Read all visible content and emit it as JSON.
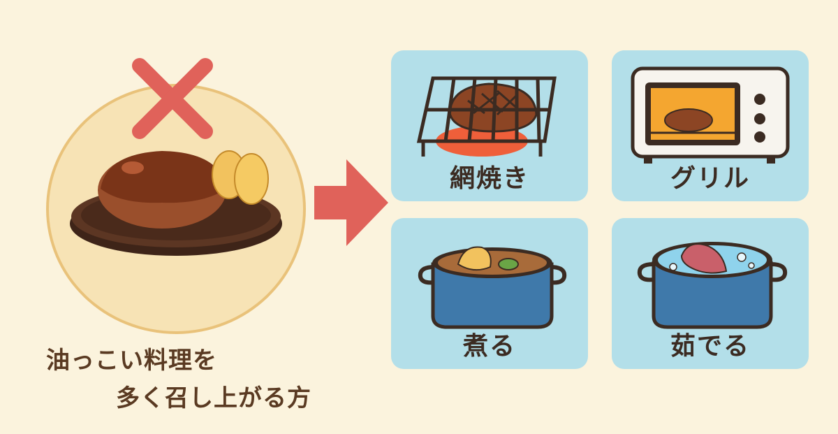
{
  "caption": {
    "line1": "油っこい料理を",
    "line2": "多く召し上がる方"
  },
  "methods": [
    {
      "label": "網焼き",
      "icon": "grill-grate-icon"
    },
    {
      "label": "グリル",
      "icon": "toaster-oven-icon"
    },
    {
      "label": "煮る",
      "icon": "stew-pot-icon"
    },
    {
      "label": "茹でる",
      "icon": "boiling-pot-icon"
    }
  ],
  "colors": {
    "background": "#fbf3dd",
    "card": "#b3dfe9",
    "cross": "#e0625a",
    "arrow": "#e0625a",
    "text": "#3b2b22"
  }
}
